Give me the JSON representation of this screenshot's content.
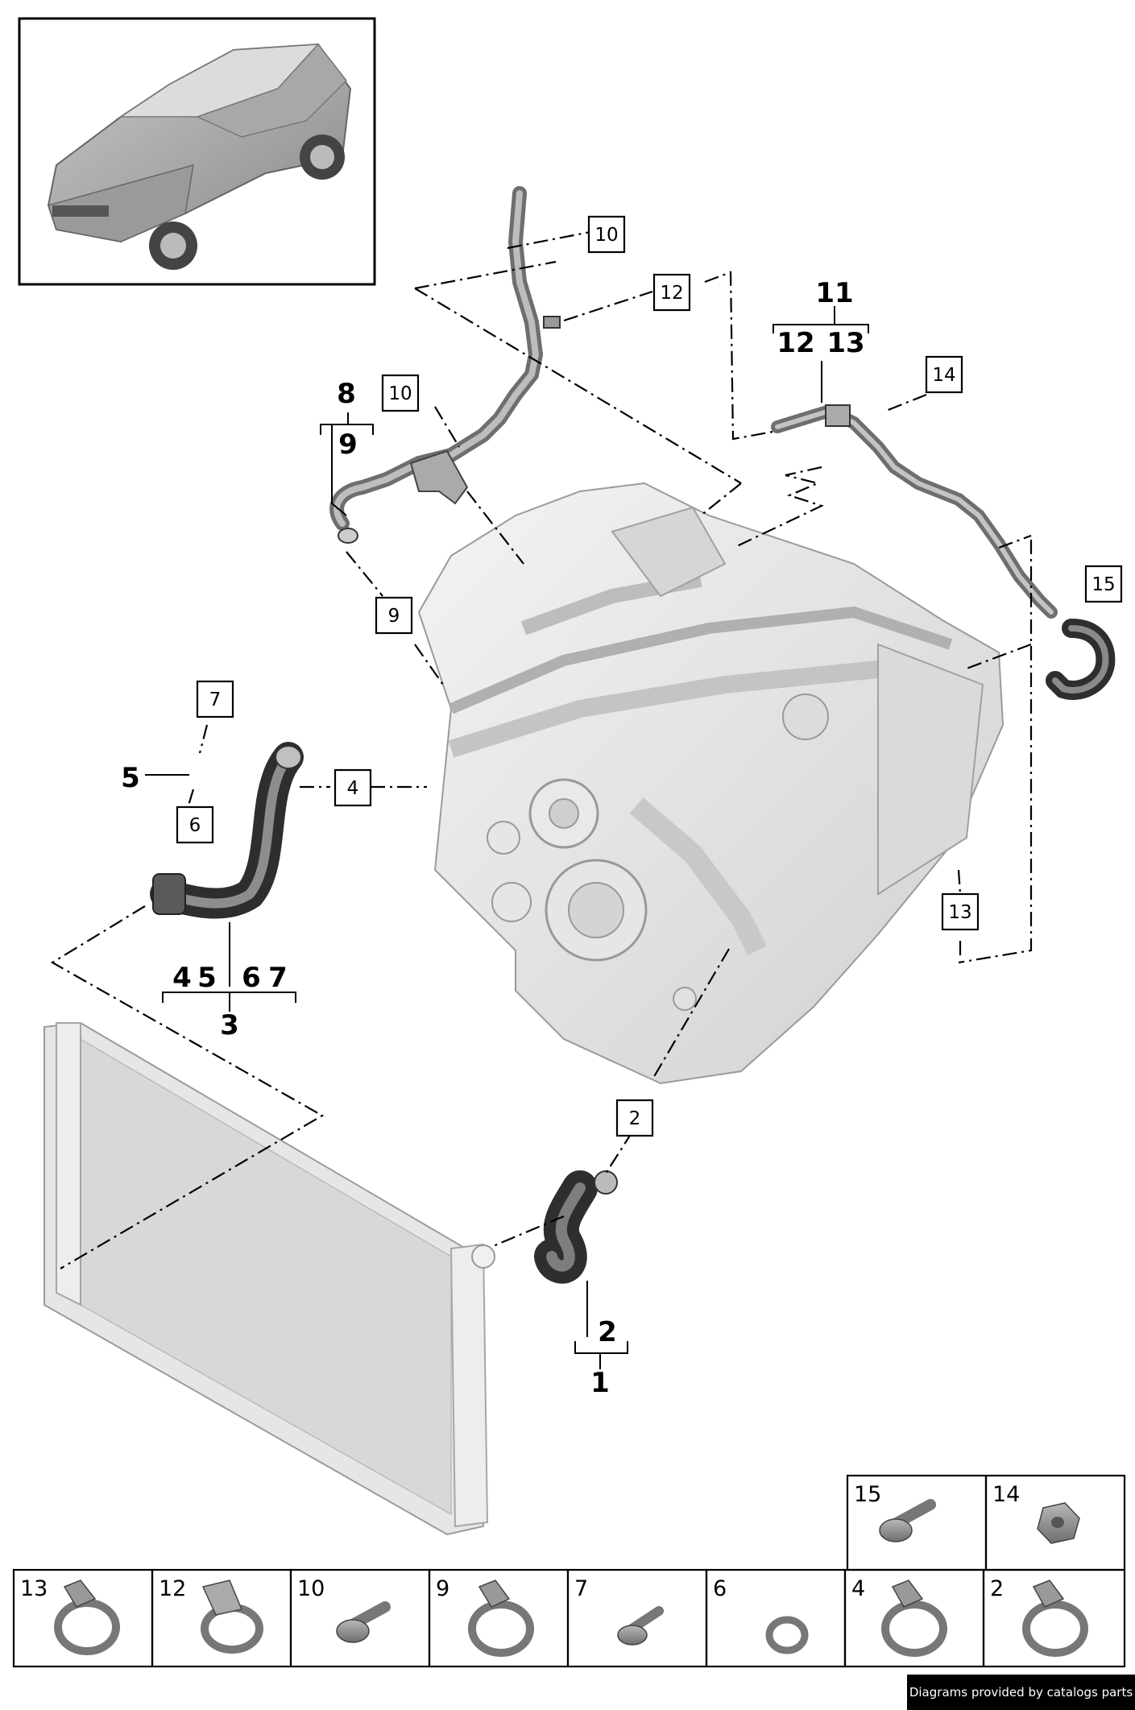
{
  "credit": "Diagrams provided by catalogs parts",
  "callout_boxes": {
    "b10a": "10",
    "b12": "12",
    "b10b": "10",
    "b14": "14",
    "b15": "15",
    "b9": "9",
    "b7": "7",
    "b6": "6",
    "b4": "4",
    "b13": "13",
    "b2": "2"
  },
  "group_labels": {
    "g8": "8",
    "g9": "9",
    "g11": "11",
    "g12": "12",
    "g13": "13",
    "g5": "5",
    "g3a": "4",
    "g3b": "5",
    "g3c": "6",
    "g3d": "7",
    "g3": "3",
    "g2": "2",
    "g1": "1"
  },
  "parts_table": {
    "top": [
      "15",
      "14"
    ],
    "bottom": [
      "13",
      "12",
      "10",
      "9",
      "7",
      "6",
      "4",
      "2"
    ]
  }
}
